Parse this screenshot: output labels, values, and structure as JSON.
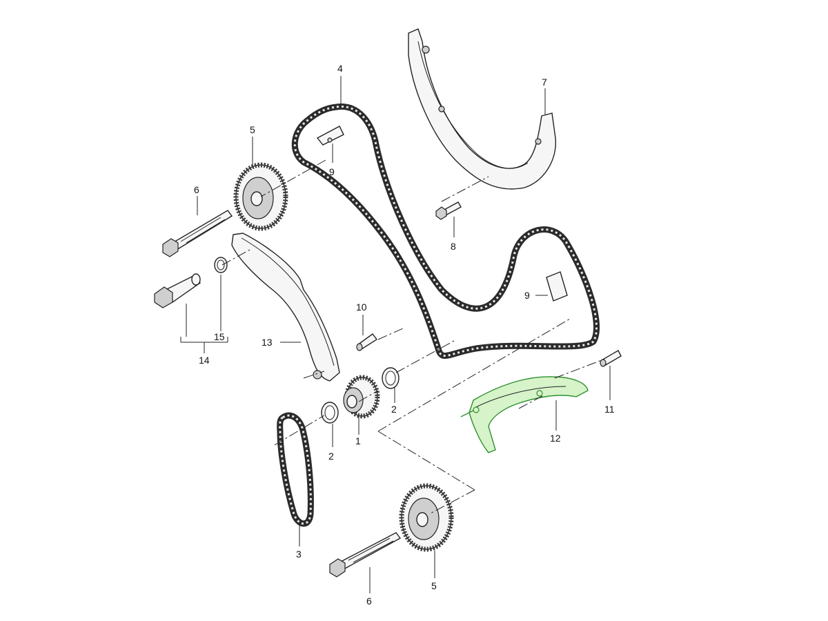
{
  "callouts": {
    "c1": "1",
    "c2a": "2",
    "c2b": "2",
    "c3": "3",
    "c4": "4",
    "c5a": "5",
    "c5b": "5",
    "c6a": "6",
    "c6b": "6",
    "c7": "7",
    "c8": "8",
    "c9a": "9",
    "c9b": "9",
    "c10": "10",
    "c11": "11",
    "c12": "12",
    "c13": "13",
    "c14": "14",
    "c15": "15"
  },
  "highlight_color": "#2f8f2f",
  "highlighted_part": "12"
}
